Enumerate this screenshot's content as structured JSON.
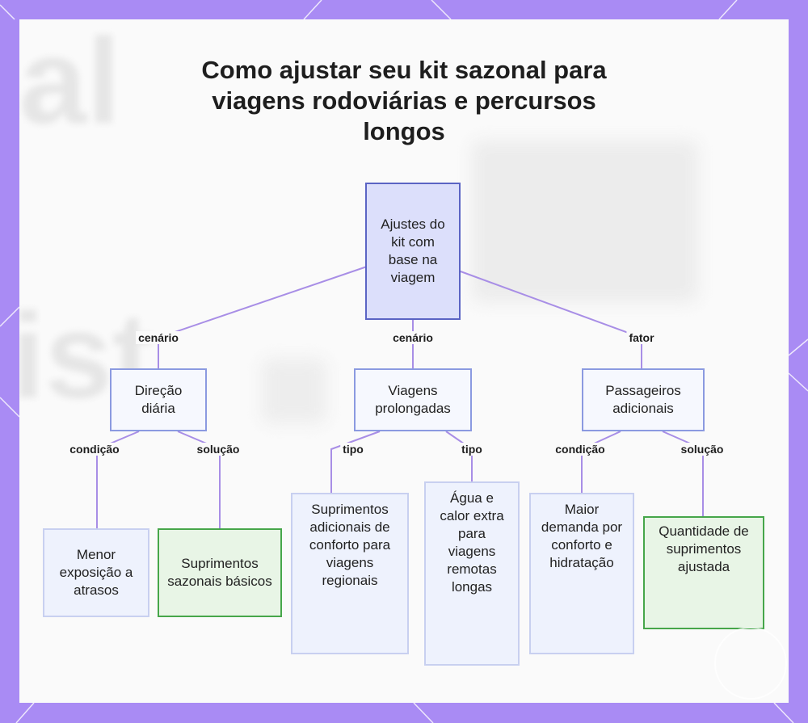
{
  "title": "Como ajustar seu kit sazonal para viagens rodoviárias e percursos longos",
  "nodes": {
    "root": "Ajustes do kit com base na viagem",
    "direcao": "Direção diária",
    "viagens": "Viagens prolongadas",
    "passageiros": "Passageiros adicionais",
    "menor": "Menor exposição a atrasos",
    "supr_basicos": "Suprimentos sazonais básicos",
    "supr_regionais": "Suprimentos adicionais de conforto para viagens regionais",
    "agua": "Água e calor extra para viagens remotas longas",
    "maior": "Maior demanda por conforto e hidratação",
    "quantidade": "Quantidade de suprimentos ajustada"
  },
  "edges": {
    "root_direcao": "cenário",
    "root_viagens": "cenário",
    "root_passageiros": "fator",
    "direcao_menor": "condição",
    "direcao_basicos": "solução",
    "viagens_regionais": "tipo",
    "viagens_agua": "tipo",
    "passageiros_maior": "condição",
    "passageiros_quantidade": "solução"
  },
  "colors": {
    "frame": "#a98bf4",
    "edge": "#a88ee6",
    "root_fill": "#dcdffb",
    "root_border": "#5b64c4",
    "solution_fill": "#e8f5e6",
    "solution_border": "#46a64a"
  }
}
